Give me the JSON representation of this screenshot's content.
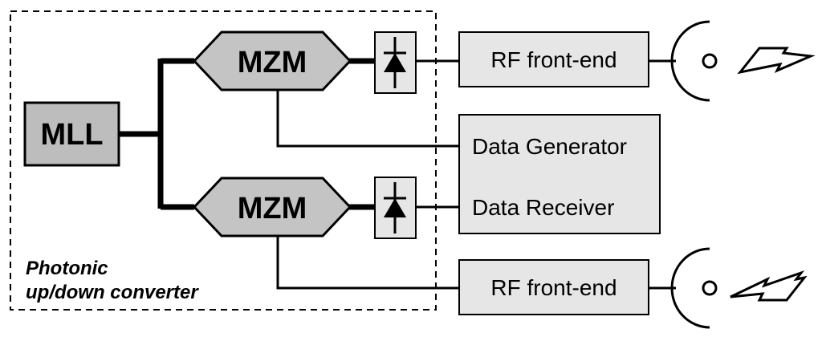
{
  "diagram": {
    "mll": {
      "label": "MLL",
      "fill": "#bdbdbd"
    },
    "mzm_top": {
      "label": "MZM",
      "fill": "#c4c4c4"
    },
    "mzm_bottom": {
      "label": "MZM",
      "fill": "#c4c4c4"
    },
    "rf_top": {
      "label": "RF front-end",
      "fill": "#e6e6e6"
    },
    "rf_bottom": {
      "label": "RF front-end",
      "fill": "#e6e6e6"
    },
    "data_box": {
      "generator": "Data Generator",
      "receiver": "Data Receiver",
      "fill": "#e6e6e6"
    },
    "converter": {
      "line1": "Photonic",
      "line2": "up/down converter"
    },
    "icons": {
      "photodiode_top": "photodiode-icon",
      "photodiode_bottom": "photodiode-icon",
      "antenna_top": "antenna-icon",
      "antenna_bottom": "antenna-icon",
      "signal_top": "lightning-signal-icon",
      "signal_bottom": "lightning-signal-icon"
    }
  }
}
